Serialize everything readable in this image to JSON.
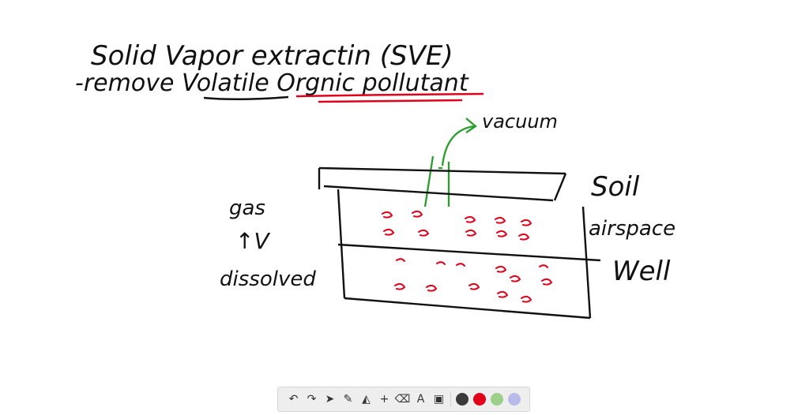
{
  "board": {
    "title": "Solid Vapor extractin (SVE)",
    "subtitle": "-remove Volatile Orgnic pollutant",
    "vacuum_label": "vacuum",
    "soil_label": "Soil",
    "airspace_label": "airspace",
    "well_label": "Well",
    "gas_label": "gas",
    "arrow_label": "↑V",
    "dissolved_label": "dissolved"
  },
  "colors": {
    "ink": "#111111",
    "red": "#e2001a",
    "green": "#2a9d2a",
    "blue_accent": "#3a57c4"
  },
  "toolbar": {
    "tools": [
      {
        "name": "undo-icon",
        "glyph": "↶"
      },
      {
        "name": "redo-icon",
        "glyph": "↷"
      },
      {
        "name": "select-pointer-icon",
        "glyph": "➤"
      },
      {
        "name": "pen-icon",
        "glyph": "✎"
      },
      {
        "name": "shapes-icon",
        "glyph": "◭"
      },
      {
        "name": "add-icon",
        "glyph": "+"
      },
      {
        "name": "eraser-icon",
        "glyph": "⌫"
      },
      {
        "name": "text-icon",
        "glyph": "A"
      },
      {
        "name": "image-icon",
        "glyph": "▣"
      }
    ],
    "colors": [
      {
        "name": "color-black",
        "hex": "#3a3a3a"
      },
      {
        "name": "color-red",
        "hex": "#e2001a"
      },
      {
        "name": "color-green",
        "hex": "#9ccf8a"
      },
      {
        "name": "color-lavender",
        "hex": "#b9b9ea"
      }
    ]
  }
}
